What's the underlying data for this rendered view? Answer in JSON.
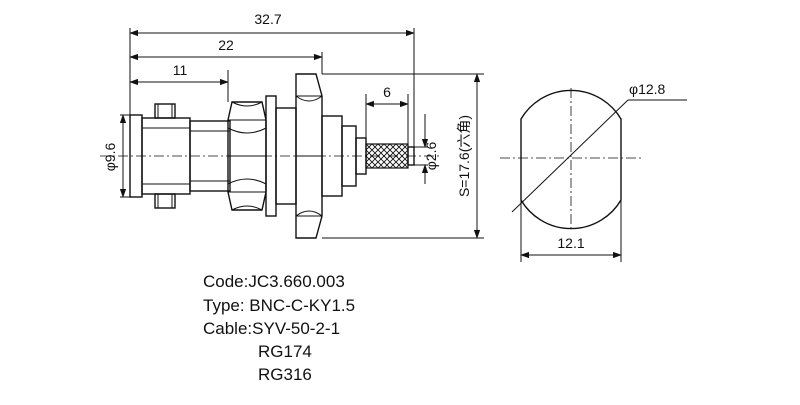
{
  "diagram": {
    "dimensions": {
      "overall_length": "32.7",
      "flange_length": "22",
      "body_length": "11",
      "pin_length": "6",
      "bnc_diameter": "φ9.6",
      "cable_diameter": "φ2.6",
      "hex_size": "S=17.6(六角)",
      "panel_diameter": "φ12.8",
      "flat_width": "12.1"
    },
    "spec": {
      "code": "Code:JC3.660.003",
      "type": "Type: BNC-C-KY1.5",
      "cable": "Cable:SYV-50-2-1",
      "alt_cable_1": "RG174",
      "alt_cable_2": "RG316"
    }
  }
}
